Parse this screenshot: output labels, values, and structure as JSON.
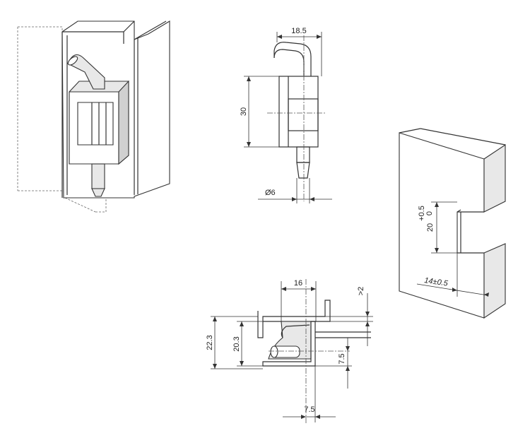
{
  "diagram": {
    "views": {
      "isometric": {},
      "side": {
        "dimensions": {
          "top_width": "18.5",
          "height": "30",
          "pin_diameter": "Ø6"
        }
      },
      "cutout": {
        "dimensions": {
          "slot_height": "20",
          "slot_height_tol": "+0.5\n0",
          "slot_depth": "14±0.5"
        }
      },
      "section": {
        "dimensions": {
          "top_width": "16",
          "gap": ">2",
          "overall_height": "22.3",
          "inner_height": "20.3",
          "pin_offset_v": "7.5",
          "pin_offset_h": "7.5"
        }
      }
    }
  }
}
